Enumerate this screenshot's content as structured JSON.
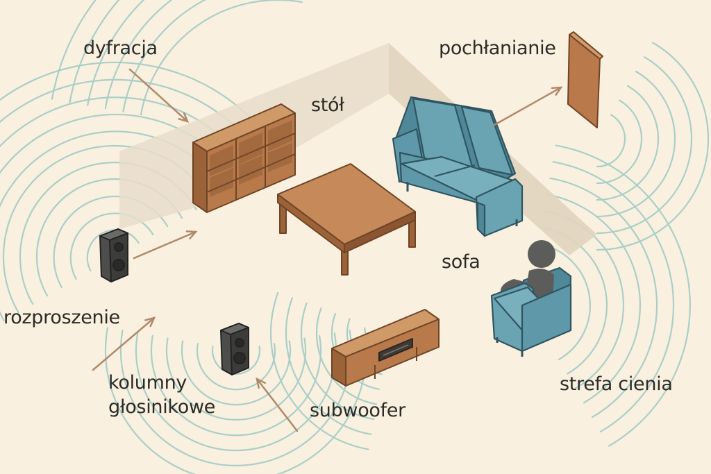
{
  "labels": {
    "diffraction": "dyfracja",
    "absorption": "pochłanianie",
    "table": "stół",
    "sofa": "sofa",
    "scattering": "rozproszenie",
    "speakers_line1": "kolumny",
    "speakers_line2": "głosinikowe",
    "subwoofer": "subwoofer",
    "shadow_zone": "strefa cienia"
  },
  "colors": {
    "background": "#f9f0df",
    "wave": "#a9cfc8",
    "arrow": "#b0896a",
    "wood": "#b87a4b",
    "wood_dark": "#7f4f2c",
    "upholstery": "#5f98a8",
    "upholstery_dark": "#3f6f7d",
    "speaker": "#434441",
    "person": "#5c5c5a",
    "wall": "#e8ddca",
    "panel": "#b9794a"
  }
}
